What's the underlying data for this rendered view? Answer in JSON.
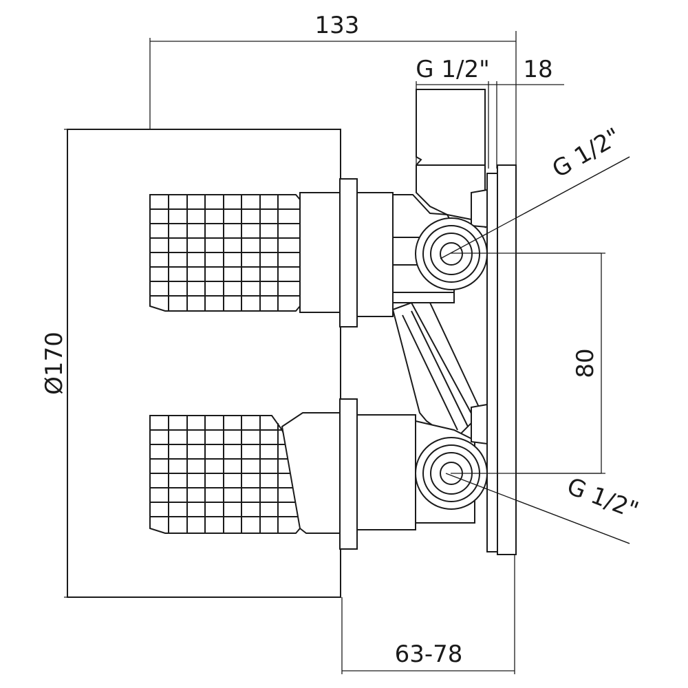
{
  "drawing": {
    "line_color": "#1a1a1a",
    "background": "#ffffff",
    "dimensions": {
      "overall_depth": "133",
      "outlet_thread_top": "G 1/2\"",
      "plate_thickness": "18",
      "outlet_thread_upper": "G 1/2\"",
      "outlet_thread_lower": "G 1/2\"",
      "diameter": "Ø170",
      "outlet_spacing": "80",
      "wall_depth_range": "63-78"
    }
  }
}
